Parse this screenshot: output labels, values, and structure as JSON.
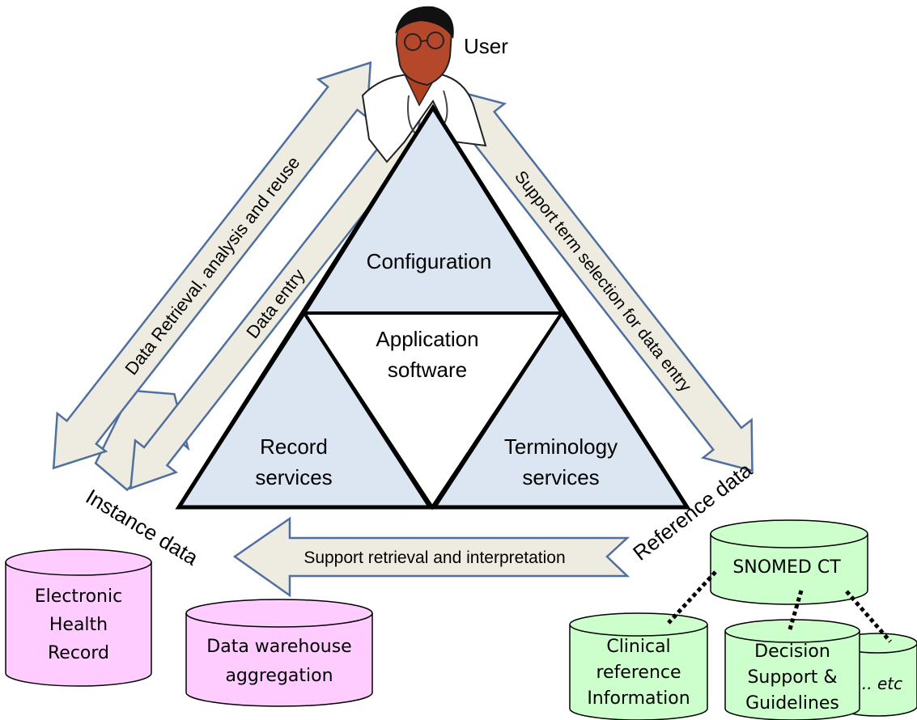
{
  "user": {
    "label": "User"
  },
  "arrows": {
    "retrieval": "Data Retrieval, analysis and reuse",
    "entry": "Data entry",
    "support_term": "Support term selection for data entry",
    "support_retrieval": "Support retrieval and interpretation"
  },
  "triangle": {
    "top": "Configuration",
    "center": [
      "Application",
      "software"
    ],
    "left": [
      "Record",
      "services"
    ],
    "right": [
      "Terminology",
      "services"
    ]
  },
  "data_labels": {
    "instance": "Instance data",
    "reference": "Reference data"
  },
  "stores": {
    "ehr": [
      "Electronic",
      "Health",
      "Record"
    ],
    "warehouse": [
      "Data warehouse",
      "aggregation"
    ],
    "snomed": "SNOMED CT",
    "clinical": [
      "Clinical",
      "reference",
      "Information"
    ],
    "decision": [
      "Decision",
      "Support &",
      "Guidelines"
    ],
    "etc": ".. etc"
  },
  "colors": {
    "triangle_fill": "#dce6f2",
    "arrow_fill": "#eeece1",
    "arrow_stroke": "#4f6f9f",
    "pink_fill": "#ffccff",
    "green_fill": "#ccffcc"
  }
}
